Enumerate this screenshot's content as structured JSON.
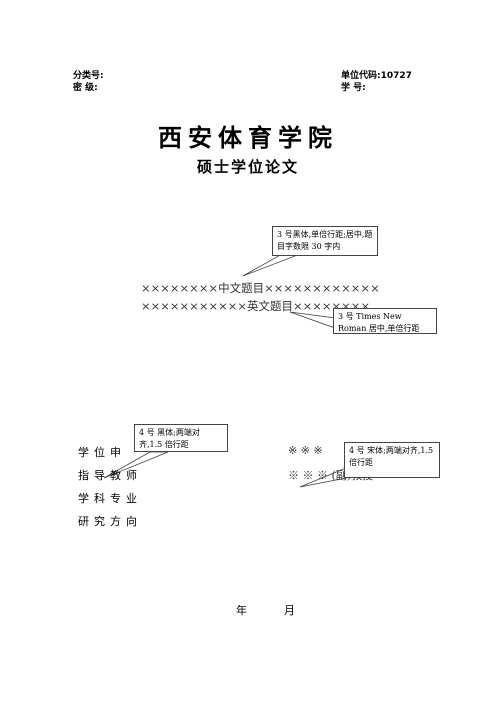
{
  "header": {
    "class_number_label": "分类号:",
    "security_label": "密 级:",
    "unit_code_label": "单位代码:10727",
    "student_id_label": "学 号:"
  },
  "title": {
    "school": "西安体育学院",
    "degree": "硕士学位论文"
  },
  "thesis": {
    "chinese_title": "××××××××中文题目××××××××××××",
    "english_title": "×××××××××××英文题目××××××××"
  },
  "callouts": {
    "title_format": "3 号黑体,单倍行距;居中,题目字数限 30 字内",
    "english_format": "3 号 Times New Roman 居中,单倍行距",
    "label_format": "4 号 黑体;两端对齐,1.5 倍行距",
    "value_format": "4 号 宋体;两端对齐,1.5 倍行距"
  },
  "fields": [
    {
      "label": "学位申",
      "value": "※ ※ ※"
    },
    {
      "label": "指导教师",
      "value": "※ ※ ※ (副)教授"
    },
    {
      "label": "学科专业",
      "value": ""
    },
    {
      "label": "研究方向",
      "value": ""
    }
  ],
  "date": {
    "year_label": "年",
    "month_label": "月"
  }
}
